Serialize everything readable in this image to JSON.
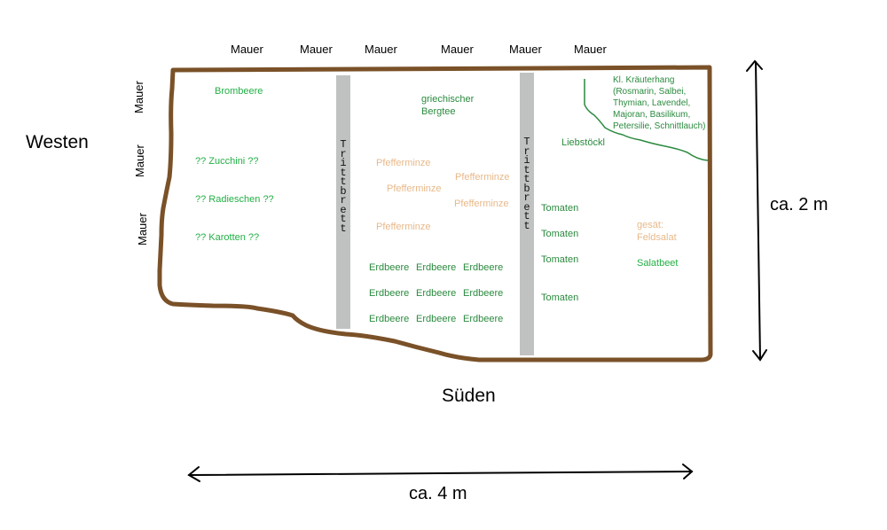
{
  "walls": {
    "top": [
      "Mauer",
      "Mauer",
      "Mauer",
      "Mauer",
      "Mauer",
      "Mauer"
    ],
    "left": [
      "Mauer",
      "Mauer",
      "Mauer"
    ]
  },
  "directions": {
    "west": "Westen",
    "south": "Süden"
  },
  "dimensions": {
    "height": "ca. 2 m",
    "width": "ca. 4 m"
  },
  "boards": {
    "left": "Trittbrett",
    "right": "Trittbrett"
  },
  "beds": {
    "left": [
      "Brombeere",
      "?? Zucchini  ??",
      "?? Radieschen ??",
      "?? Karotten ??"
    ],
    "middle_tea": [
      "griechischer",
      "Bergtee"
    ],
    "mint": [
      "Pfefferminze",
      "Pfefferminze",
      "Pfefferminze",
      "Pfefferminze",
      "Pfefferminze"
    ],
    "strawberries": [
      "Erdbeere",
      "Erdbeere",
      "Erdbeere",
      "Erdbeere",
      "Erdbeere",
      "Erdbeere",
      "Erdbeere",
      "Erdbeere",
      "Erdbeere"
    ],
    "herb_slope": [
      "Kl. Kräuterhang",
      "(Rosmarin, Salbei,",
      "Thymian, Lavendel,",
      "Majoran, Basilikum,",
      "Petersilie, Schnittlauch)"
    ],
    "lovage": "Liebstöckl",
    "tomatoes": [
      "Tomaten",
      "Tomaten",
      "Tomaten",
      "Tomaten"
    ],
    "lambs_lettuce": [
      "gesät:",
      "Feldsalat"
    ],
    "lettuce": "Salatbeet"
  },
  "colors": {
    "border": "#7a5128",
    "green": "#22b045",
    "dark_green": "#2a8a3e",
    "peach": "#e8b98a",
    "board": "#c0c2c1"
  }
}
